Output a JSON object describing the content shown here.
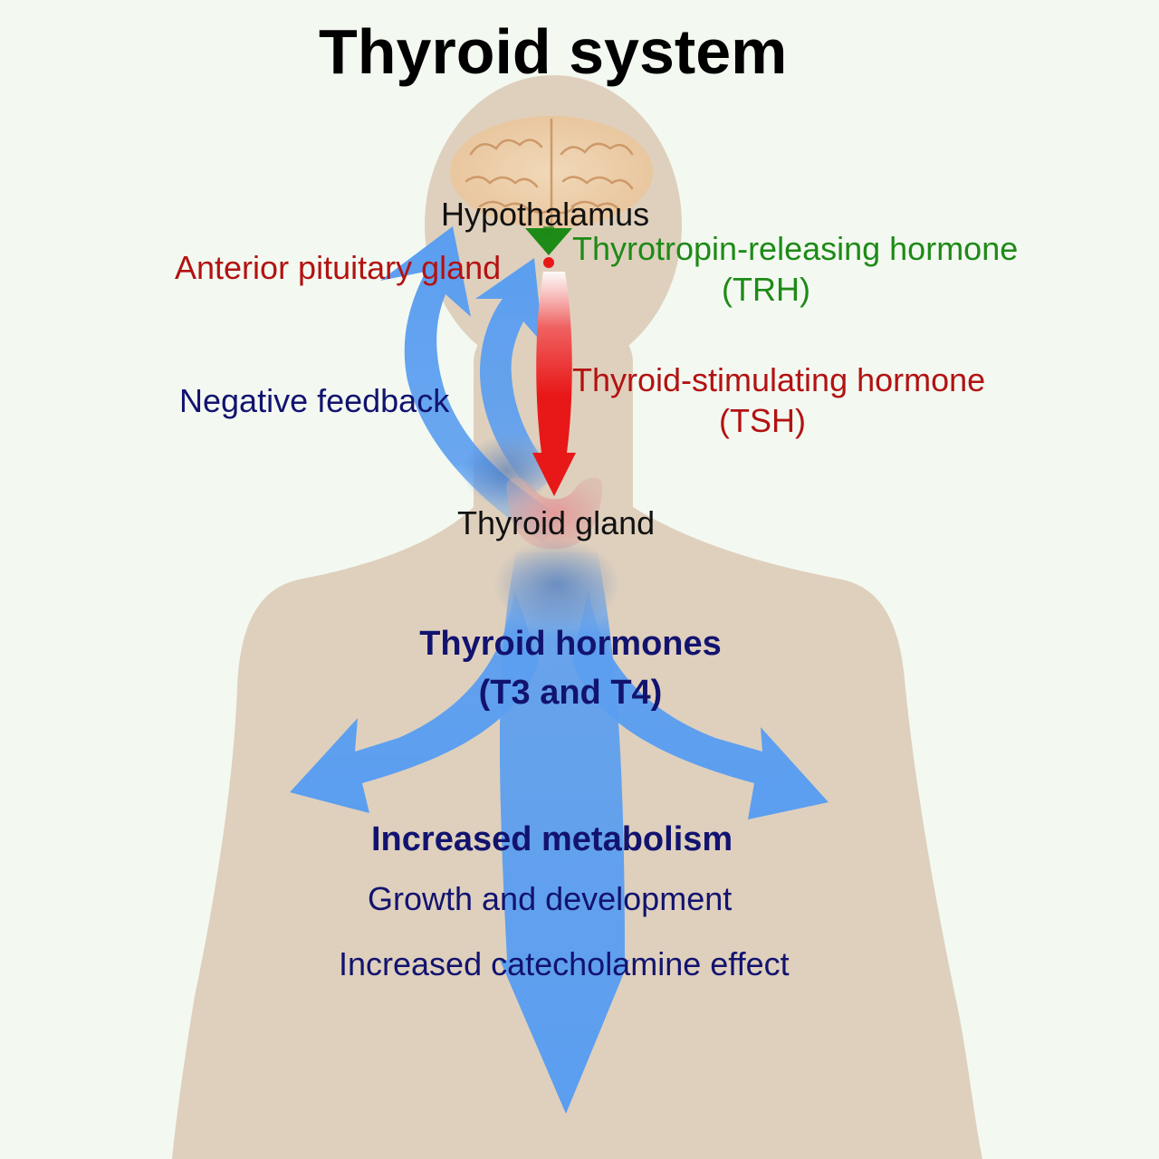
{
  "title": "Thyroid system",
  "labels": {
    "hypothalamus": "Hypothalamus",
    "anterior_pituitary": "Anterior pituitary gland",
    "trh_line1": "Thyrotropin-releasing hormone",
    "trh_line2": "(TRH)",
    "tsh_line1": "Thyroid-stimulating hormone",
    "tsh_line2": "(TSH)",
    "negative_feedback": "Negative feedback",
    "thyroid_gland": "Thyroid gland",
    "hormones_line1": "Thyroid hormones",
    "hormones_line2": "(T3 and T4)",
    "effect_metabolism": "Increased metabolism",
    "effect_growth": "Growth and development",
    "effect_catecholamine": "Increased catecholamine effect"
  },
  "colors": {
    "background": "#f3f9f1",
    "body": "#dfd0bd",
    "trh": "#1e8a17",
    "tsh": "#e81818",
    "hormone_arrows": "#5b9ef0",
    "feedback_text": "#12136f"
  }
}
